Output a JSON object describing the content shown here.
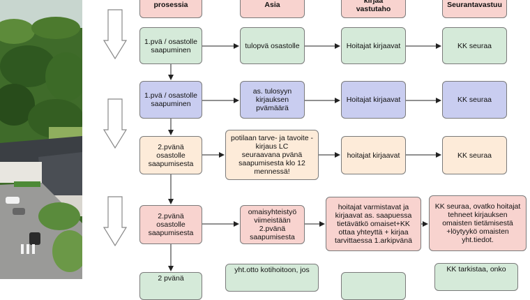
{
  "colors": {
    "green": "#d5ead9",
    "blue": "#c9cdf0",
    "cream": "#fdebd9",
    "pink": "#f8d3cf",
    "header": "#f8d3cf"
  },
  "header": [
    {
      "id": "h1",
      "text": "prosessia"
    },
    {
      "id": "h2",
      "text": "Asia"
    },
    {
      "id": "h3",
      "text": "kirjaa\nvastutaho"
    },
    {
      "id": "h4",
      "text": "Seurantavastuu"
    }
  ],
  "rows": [
    {
      "color": "green",
      "cells": [
        "1.pvä / osastolle\nsaapuminen",
        "tulopvä osastolle",
        "Hoitajat kirjaavat",
        "KK seuraa"
      ]
    },
    {
      "color": "blue",
      "cells": [
        "1.pvä / osastolle\nsaapuminen",
        "as. tulosyyn\nkirjauksen\npvämäärä",
        "Hoitajat kirjaavat",
        "KK seuraa"
      ]
    },
    {
      "color": "cream",
      "cells": [
        "2.pvänä\nosastolle\nsaapumisesta",
        "potilaan tarve- ja tavoite -\nkirjaus LC\nseuraavana pvänä\nsaapumisesta klo 12\nmennessä!",
        "hoitajat kirjaavat",
        "KK seuraa"
      ]
    },
    {
      "color": "pink",
      "cells": [
        "2.pvänä\nosastolle\nsaapumisesta",
        "omaisyhteistyö\nviimeistään\n2.pvänä\nsaapumisesta",
        "hoitajat varmistavat ja\nkirjaavat as. saapuessa\ntietävätkö omaiset+KK\nottaa yhteyttä + kirjaa\ntarvittaessa 1.arkipvänä",
        "KK seuraa, ovatko hoitajat\ntehneet kirjauksen\nomaisten tietämisestä\n+löytyykö omaisten\nyht.tiedot."
      ]
    },
    {
      "color": "green",
      "cells": [
        "2 pvänä",
        "yht.otto kotihoitoon, jos",
        "",
        "KK tarkistaa, onko"
      ]
    }
  ]
}
